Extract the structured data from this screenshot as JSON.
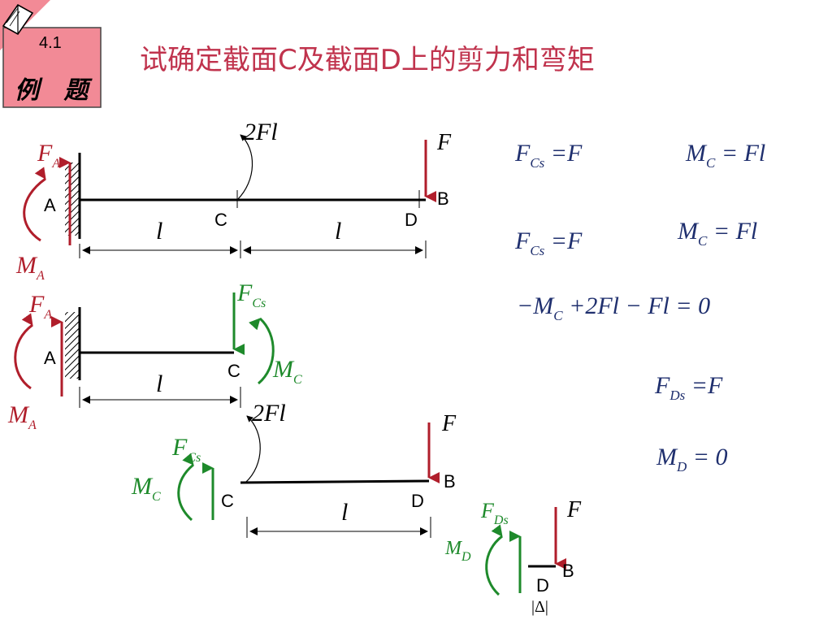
{
  "badge": {
    "number": "4.1",
    "label": "例 题"
  },
  "title": "试确定截面C及截面D上的剪力和弯矩",
  "diagram1": {
    "moment_load": "2Fl",
    "force_F": "F",
    "support_force": {
      "base": "F",
      "sub": "A"
    },
    "support_moment": {
      "base": "M",
      "sub": "A"
    },
    "points": {
      "A": "A",
      "B": "B",
      "C": "C",
      "D": "D"
    },
    "dims": [
      "l",
      "l"
    ]
  },
  "diagram2": {
    "support_force": {
      "base": "F",
      "sub": "A"
    },
    "support_moment": {
      "base": "M",
      "sub": "A"
    },
    "shear": {
      "base": "F",
      "sub": "Cs"
    },
    "moment": {
      "base": "M",
      "sub": "C"
    },
    "points": {
      "A": "A",
      "C": "C"
    },
    "dim": "l"
  },
  "diagram3": {
    "moment_load": "2Fl",
    "force_F": "F",
    "shear": {
      "base": "F",
      "sub": "Cs"
    },
    "moment": {
      "base": "M",
      "sub": "C"
    },
    "points": {
      "B": "B",
      "C": "C",
      "D": "D"
    },
    "dim": "l"
  },
  "diagram4": {
    "force_F": "F",
    "shear": {
      "base": "F",
      "sub": "Ds"
    },
    "moment": {
      "base": "M",
      "sub": "D"
    },
    "points": {
      "B": "B",
      "D": "D"
    },
    "delta": "|Δ|"
  },
  "equations": {
    "eq1": {
      "base": "F",
      "sub": "Cs",
      "rhs": "=F"
    },
    "eq2": {
      "base": "M",
      "sub": "C",
      "rhs": "= Fl"
    },
    "eq3": {
      "base": "F",
      "sub": "Cs",
      "rhs": "=F"
    },
    "eq4": {
      "base": "M",
      "sub": "C",
      "rhs": "= Fl"
    },
    "eq5": {
      "pre": "−M",
      "sub": "C",
      "rhs": "+2Fl − Fl = 0"
    },
    "eq6": {
      "base": "F",
      "sub": "Ds",
      "rhs": "=F"
    },
    "eq7": {
      "base": "M",
      "sub": "D",
      "rhs": "= 0"
    }
  },
  "colors": {
    "title": "#c0334d",
    "badge": "#f28a96",
    "load_red": "#b01e2b",
    "internal_green": "#1e8a2b",
    "eq_blue": "#1f2f6e"
  }
}
